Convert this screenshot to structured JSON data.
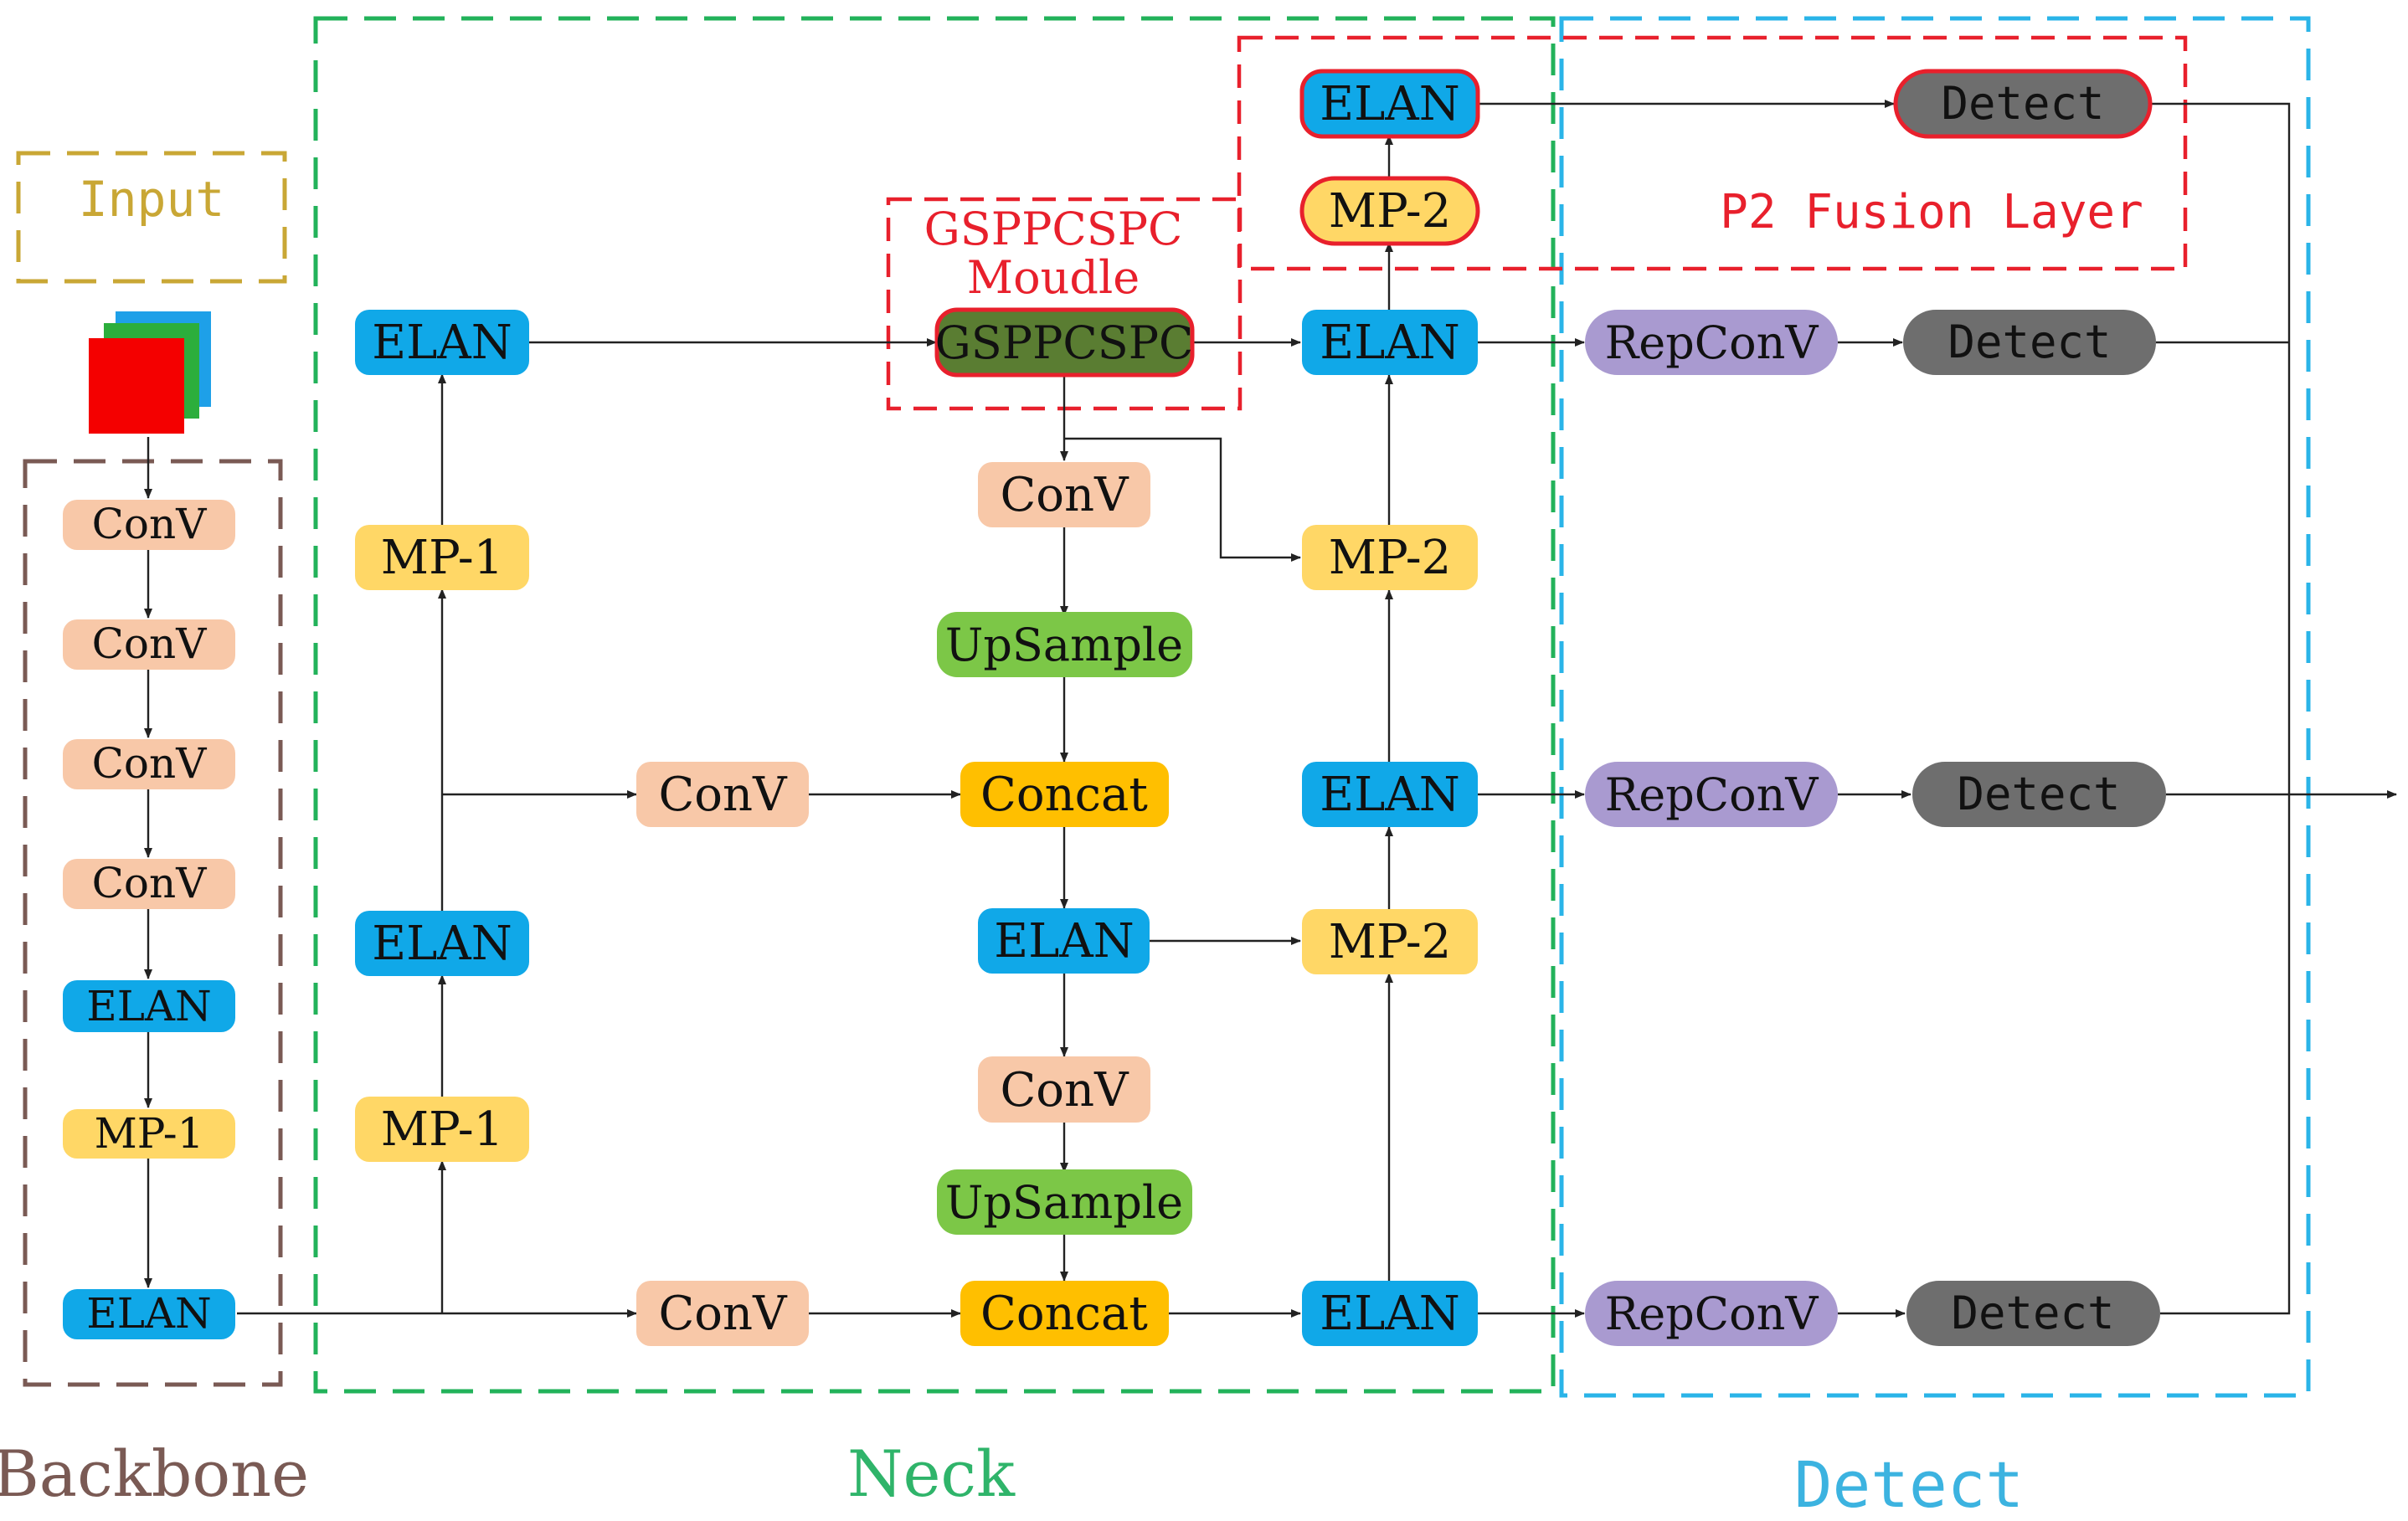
{
  "colors": {
    "conv": "#f8c8a8",
    "elan": "#10a8e8",
    "mp": "#ffd766",
    "upsample": "#7cc747",
    "concat": "#ffbf00",
    "gsppcspc": "#5a7d32",
    "repconv": "#a99ad0",
    "detect": "#6e6e6e",
    "highlight_red": "#e8202c",
    "backbone_border": "#7a5a54",
    "neck_border": "#22b25a",
    "detect_border": "#2ab4e8",
    "input_border": "#c9a735",
    "fusion_text": "#e8202c",
    "backbone_label": "#7a5a54",
    "neck_label": "#2fb46a",
    "detect_label": "#3cb3e0",
    "input_text": "#c9a735"
  },
  "input": {
    "label": "Input"
  },
  "sections": {
    "backbone": "Backbone",
    "neck": "Neck",
    "detect": "Detect"
  },
  "annotations": {
    "gsppcspc_title_line1": "GSPPCSPC",
    "gsppcspc_title_line2": "Moudle",
    "p2_fusion_layer": "P2 Fusion Layer"
  },
  "backbone_blocks": [
    "ConV",
    "ConV",
    "ConV",
    "ConV",
    "ELAN",
    "MP-1",
    "ELAN"
  ],
  "neck_left_blocks": [
    "ELAN",
    "MP-1",
    "ELAN",
    "MP-1"
  ],
  "neck_mid_blocks": {
    "gsppcspc": "GSPPCSPC",
    "conv_top": "ConV",
    "upsample_top": "UpSample",
    "concat_top": "Concat",
    "elan_mid": "ELAN",
    "conv_mid": "ConV",
    "upsample_bottom": "UpSample",
    "concat_bottom": "Concat",
    "conv_side_top": "ConV",
    "conv_side_bottom": "ConV"
  },
  "neck_right_blocks": {
    "elan_p2": "ELAN",
    "mp2_p2": "MP-2",
    "elan_top": "ELAN",
    "mp2_top": "MP-2",
    "elan_mid": "ELAN",
    "mp2_mid": "MP-2",
    "elan_bottom": "ELAN"
  },
  "head_blocks": {
    "detect_p2": "Detect",
    "repconv_1": "RepConV",
    "detect_1": "Detect",
    "repconv_2": "RepConV",
    "detect_2": "Detect",
    "repconv_3": "RepConV",
    "detect_3": "Detect"
  }
}
